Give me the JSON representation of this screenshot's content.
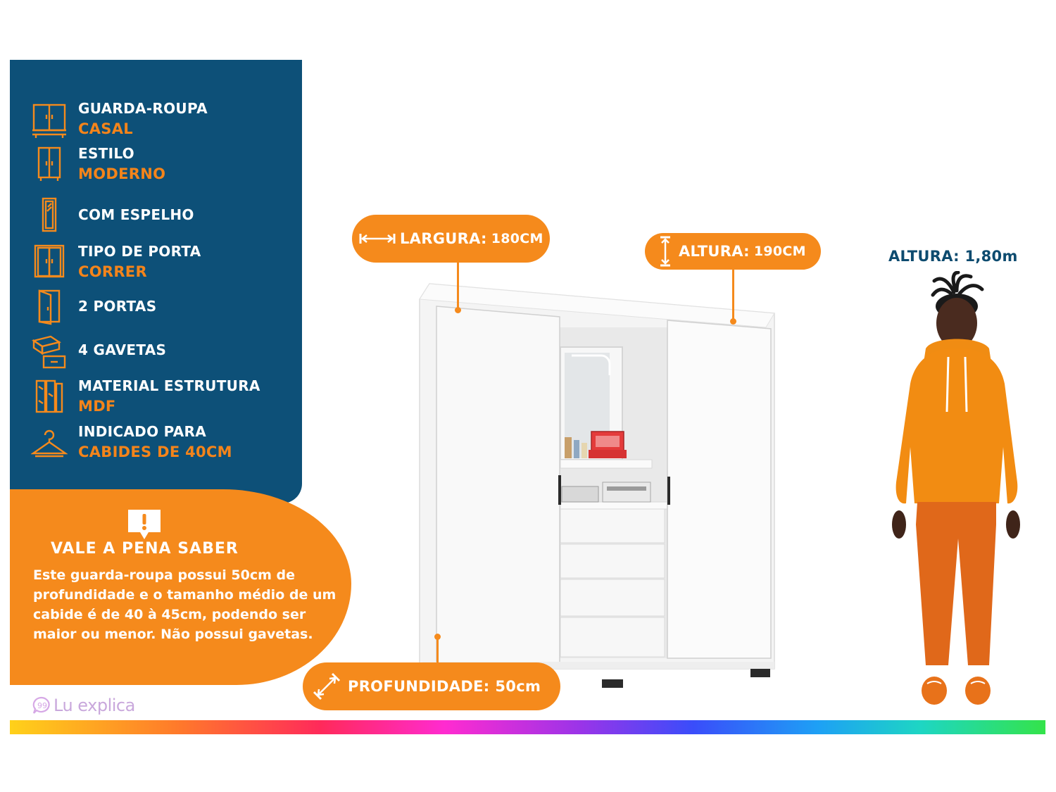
{
  "specs": [
    {
      "icon": "wardrobe-icon",
      "label": "GUARDA-ROUPA",
      "value": "CASAL"
    },
    {
      "icon": "wardrobe-style-icon",
      "label": "ESTILO",
      "value": "MODERNO"
    },
    {
      "icon": "mirror-icon",
      "label": "COM ESPELHO",
      "value": ""
    },
    {
      "icon": "sliding-door-icon",
      "label": "TIPO DE PORTA",
      "value": "CORRER"
    },
    {
      "icon": "door-icon",
      "label": "2  PORTAS",
      "value": ""
    },
    {
      "icon": "drawers-icon",
      "label": "4 GAVETAS",
      "value": ""
    },
    {
      "icon": "wood-panels-icon",
      "label": "MATERIAL ESTRUTURA",
      "value": "MDF"
    },
    {
      "icon": "hanger-icon",
      "label": "INDICADO PARA",
      "value": "CABIDES DE 40CM"
    }
  ],
  "info": {
    "icon": "alert-icon",
    "title": "VALE A PENA SABER",
    "body": "Este guarda-roupa possui 50cm de profundidade e o tamanho médio de um cabide é de 40 à 45cm, podendo ser maior ou menor. Não possui gavetas."
  },
  "dimensions": {
    "width": {
      "label": "LARGURA:",
      "value": "180CM"
    },
    "height": {
      "label": "ALTURA:",
      "value": "190CM"
    },
    "depth": {
      "label": "PROFUNDIDADE:",
      "value": "50cm"
    }
  },
  "person": {
    "height_label": "ALTURA: 1,80m"
  },
  "brand": {
    "name": "Lu explica",
    "icon": "speech-bubble-icon"
  },
  "colors": {
    "navy": "#0d5078",
    "orange": "#f58a1c",
    "title_blue": "#0d4b6f"
  }
}
